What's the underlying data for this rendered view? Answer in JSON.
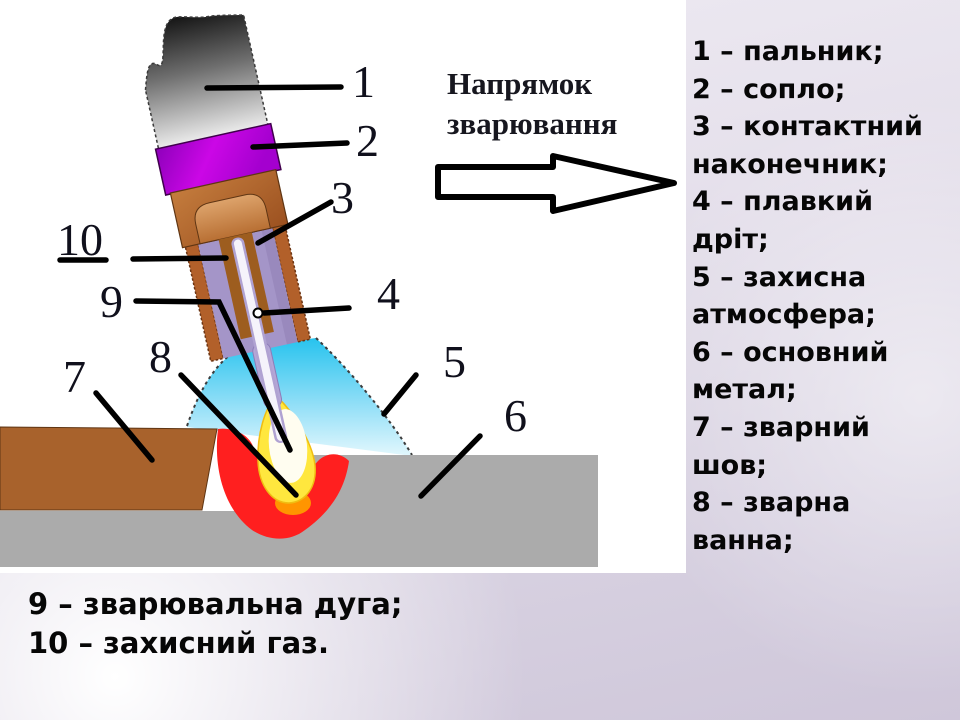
{
  "direction": {
    "line1": "Напрямок",
    "line2": "зварювання"
  },
  "legend_right": {
    "lines": [
      "1 – пальник;",
      "2 – сопло;",
      "3 – контактний",
      "наконечник;",
      "4 – плавкий",
      "дріт;",
      "5 – захисна",
      "атмосфера;",
      "6 – основний",
      "метал;",
      "7 – зварний",
      "шов;",
      "8 – зварна",
      "ванна;"
    ]
  },
  "legend_bottom": {
    "lines": [
      "9 – зварювальна дуга;",
      "10 – захисний газ."
    ]
  },
  "callouts": [
    "1",
    "2",
    "3",
    "4",
    "5",
    "6",
    "7",
    "8",
    "9",
    "10"
  ],
  "colors": {
    "nozzle_magenta": "#c008d8",
    "copper": "#b2602a",
    "contact_tip_brown": "#9d5d1f",
    "gas_lavender": "#a495c8",
    "sleeve_lavender": "#b4a6d6",
    "wire_white": "#f5f3fb",
    "gas_cloud_cyan": "#2bc4ef",
    "weld_pool_red": "#ff1f1f",
    "arc_orange": "#ff9500",
    "arc_yellow": "#ffe73e",
    "arc_core_white": "#fffdf0",
    "seam_brown": "#a8622c",
    "base_metal_gray": "#ababab"
  }
}
